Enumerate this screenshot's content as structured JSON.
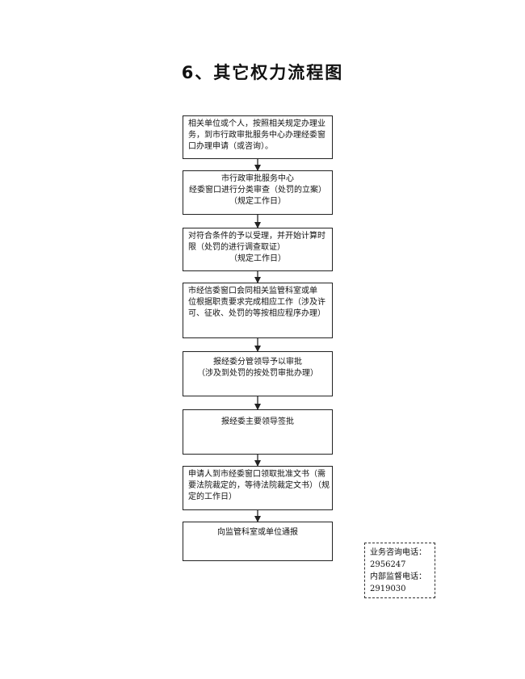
{
  "title": "6、其它权力流程图",
  "steps": [
    {
      "lines": [
        "相关单位或个人，按照相关规定办理业",
        "务，到市行政审批服务中心办理经委窗",
        "口办理申请（或咨询）。"
      ]
    },
    {
      "lines": [
        "市行政审批服务中心",
        "经委窗口进行分类审查（处罚的立案）",
        "（规定工作日）"
      ]
    },
    {
      "lines": [
        "对符合条件的予以受理，并开始计算时",
        "限（处罚的进行调查取证）",
        "（规定工作日）"
      ]
    },
    {
      "lines": [
        "市经信委窗口会同相关监管科室或单",
        "位根据职责要求完成相应工作（涉及许",
        "可、征收、处罚的等按相应程序办理）"
      ]
    },
    {
      "lines": [
        "报经委分管领导予以审批",
        "（涉及到处罚的按处罚审批办理）"
      ]
    },
    {
      "lines": [
        "报经委主要领导签批"
      ]
    },
    {
      "lines": [
        "申请人到市经委窗口领取批准文书（需",
        "要法院裁定的，等待法院裁定文书）（规",
        "定的工作日）"
      ]
    },
    {
      "lines": [
        "向监管科室或单位通报"
      ]
    }
  ],
  "contact": {
    "consult_label": "业务咨询电话：",
    "consult_phone": "2956247",
    "supervise_label": "内部监督电话：",
    "supervise_phone": "2919030"
  }
}
